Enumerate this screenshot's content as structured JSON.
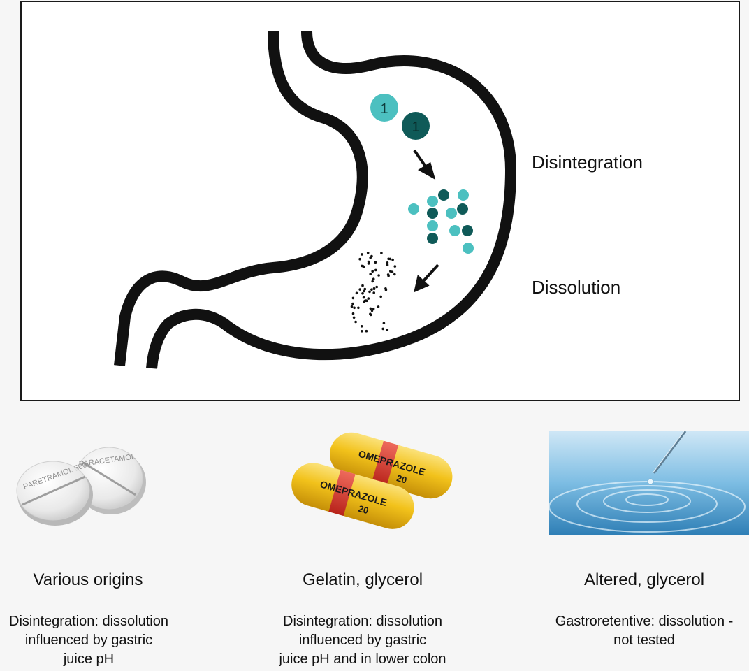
{
  "stages": {
    "disintegration": "Disintegration",
    "dissolution": "Dissolution"
  },
  "tablet_markings": {
    "numeral": "1"
  },
  "illustrations": {
    "tablet_texts": {
      "back": "PARACETAMOL",
      "front": "PARETRAMOL 500"
    },
    "capsule_texts": {
      "name": "OMEPRAZOLE",
      "dose": "20"
    }
  },
  "columns": [
    {
      "title": "Various origins",
      "desc": [
        "Disintegration: dissolution",
        "influenced by gastric",
        "juice pH"
      ]
    },
    {
      "title": "Gelatin, glycerol",
      "desc": [
        "Disintegration: dissolution",
        "influenced by gastric",
        "juice pH and in lower colon"
      ]
    },
    {
      "title": "Altered, glycerol",
      "desc": [
        "Gastroretentive: dissolution -",
        "not tested"
      ]
    }
  ],
  "colors": {
    "teal_light": "#4cc0c0",
    "teal_dark": "#0f5a58",
    "stomach_outline": "#111111",
    "capsule_yellow": "#f2c21b",
    "capsule_band": "#d9342b",
    "water_blue": "#4f9fcf"
  }
}
